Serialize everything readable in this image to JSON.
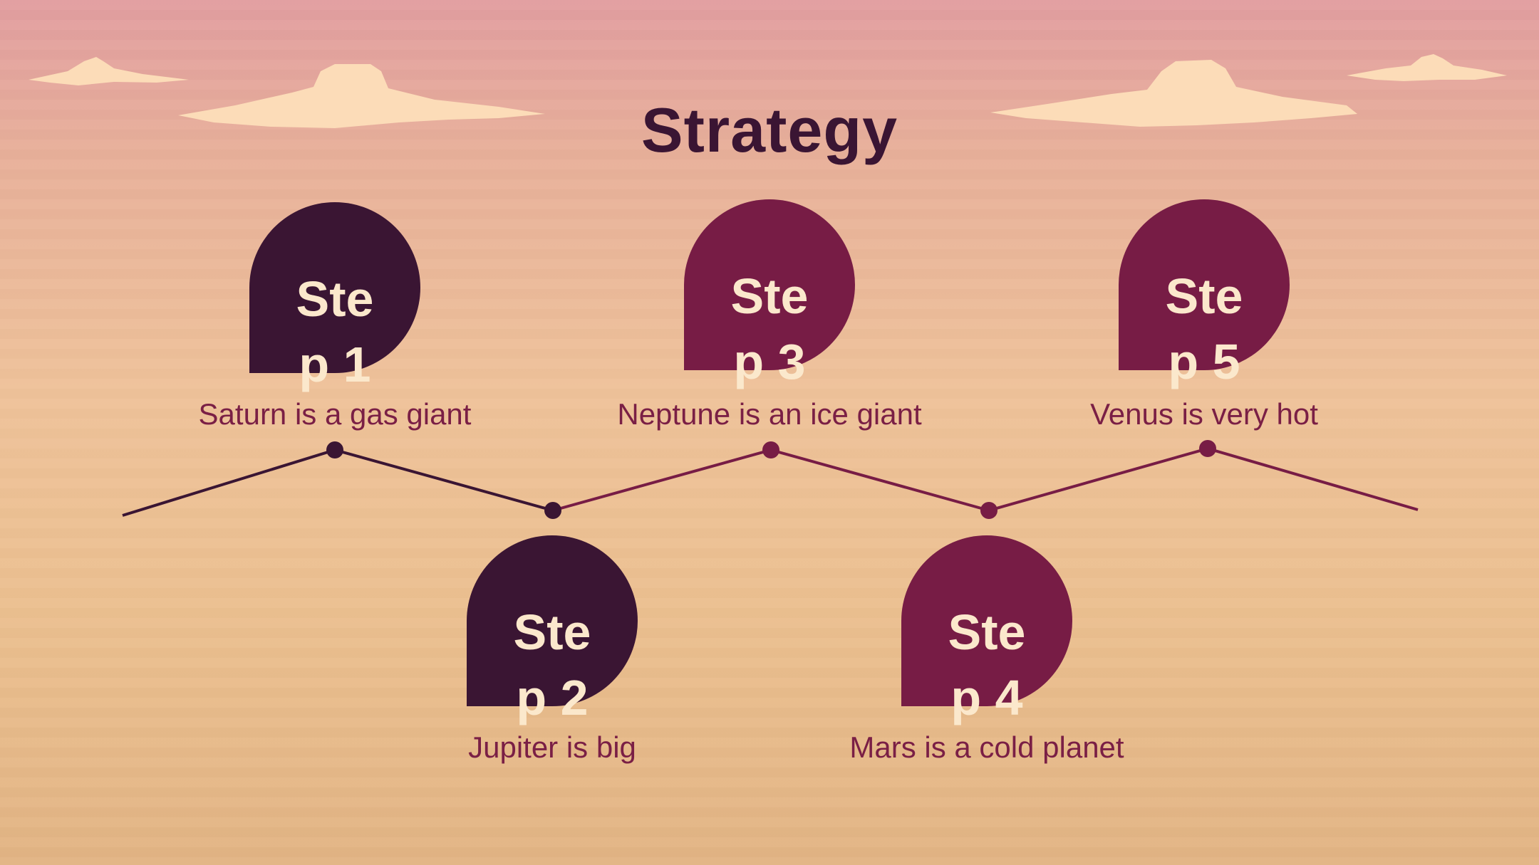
{
  "title": "Strategy",
  "colors": {
    "dark_plum": "#3a1533",
    "wine": "#771c45",
    "text_cream": "#fbe8cc",
    "cloud": "#fcdcb8"
  },
  "steps": [
    {
      "label": "Step 1",
      "caption": "Saturn is a gas giant",
      "color": "#3a1533"
    },
    {
      "label": "Step 2",
      "caption": "Jupiter is big",
      "color": "#3a1533"
    },
    {
      "label": "Step 3",
      "caption": "Neptune is an ice giant",
      "color": "#771c45"
    },
    {
      "label": "Step 4",
      "caption": "Mars is a cold planet",
      "color": "#771c45"
    },
    {
      "label": "Step 5",
      "caption": "Venus is very hot",
      "color": "#771c45"
    }
  ]
}
